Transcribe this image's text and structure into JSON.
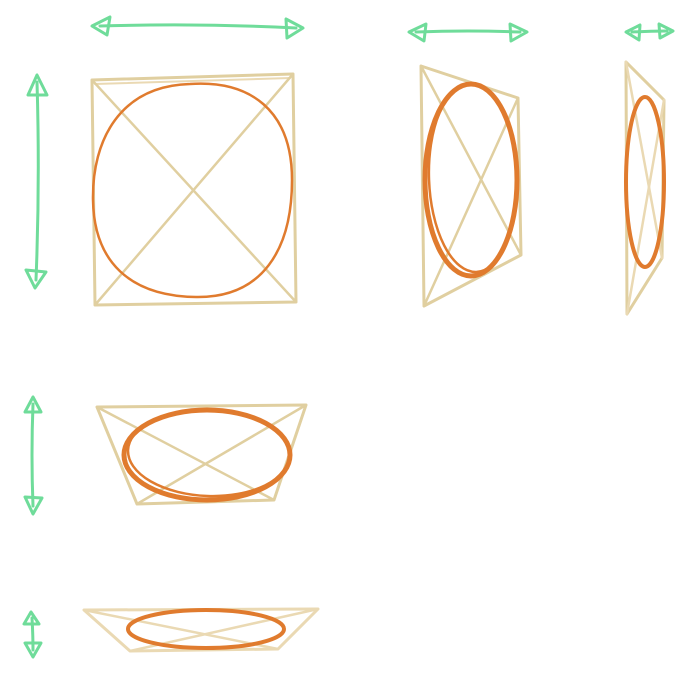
{
  "colors": {
    "background": "#ffffff",
    "frame": "#e0cfa0",
    "frame_light": "#ead9b3",
    "ellipse": "#e07b2e",
    "arrow": "#6fdc9a"
  },
  "icons": {
    "width_arrow": "double-headed-horizontal-arrow-icon",
    "height_arrow": "double-headed-vertical-arrow-icon"
  },
  "figures": [
    {
      "id": "square-circle",
      "kind": "square-with-circle",
      "view": "front"
    },
    {
      "id": "side-turned",
      "kind": "trapezoid-with-ellipse",
      "view": "turned"
    },
    {
      "id": "side-edge",
      "kind": "trapezoid-with-ellipse",
      "view": "near-edge"
    },
    {
      "id": "tilt-medium",
      "kind": "trapezoid-with-ellipse",
      "view": "tilted"
    },
    {
      "id": "tilt-flat",
      "kind": "trapezoid-with-ellipse",
      "view": "near-flat"
    }
  ]
}
